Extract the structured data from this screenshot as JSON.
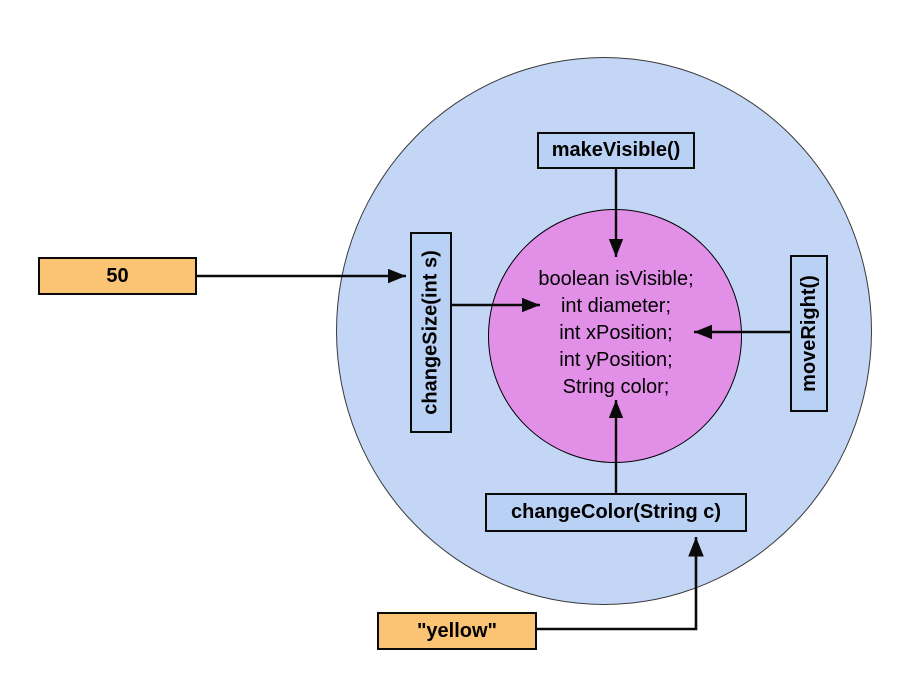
{
  "diagram": {
    "description": "Object diagram of a circle object: outer object wrapper with method labels, inner state circle with field declarations, and parameter values passed to methods",
    "object_circle": {
      "fill": "#c3d6f6",
      "border_color": "#3a3a3a"
    },
    "fields_circle": {
      "fill": "#e28fe8",
      "border_color": "#000000",
      "lines": [
        "boolean isVisible;",
        "int diameter;",
        "int xPosition;",
        "int yPosition;",
        "String color;"
      ]
    },
    "methods": {
      "fill": "#b9d1f4",
      "border_color": "#0a0a0a",
      "top": {
        "label": "makeVisible()"
      },
      "left": {
        "label": "changeSize(int s)"
      },
      "right": {
        "label": "moveRight()"
      },
      "bottom": {
        "label": "changeColor(String c)"
      }
    },
    "params": {
      "fill": "#fbc374",
      "border_color": "#0a0a0a",
      "size_value": {
        "label": "50"
      },
      "color_value": {
        "label": "\"yellow\""
      }
    },
    "arrow_color": "#0a0a0a"
  }
}
